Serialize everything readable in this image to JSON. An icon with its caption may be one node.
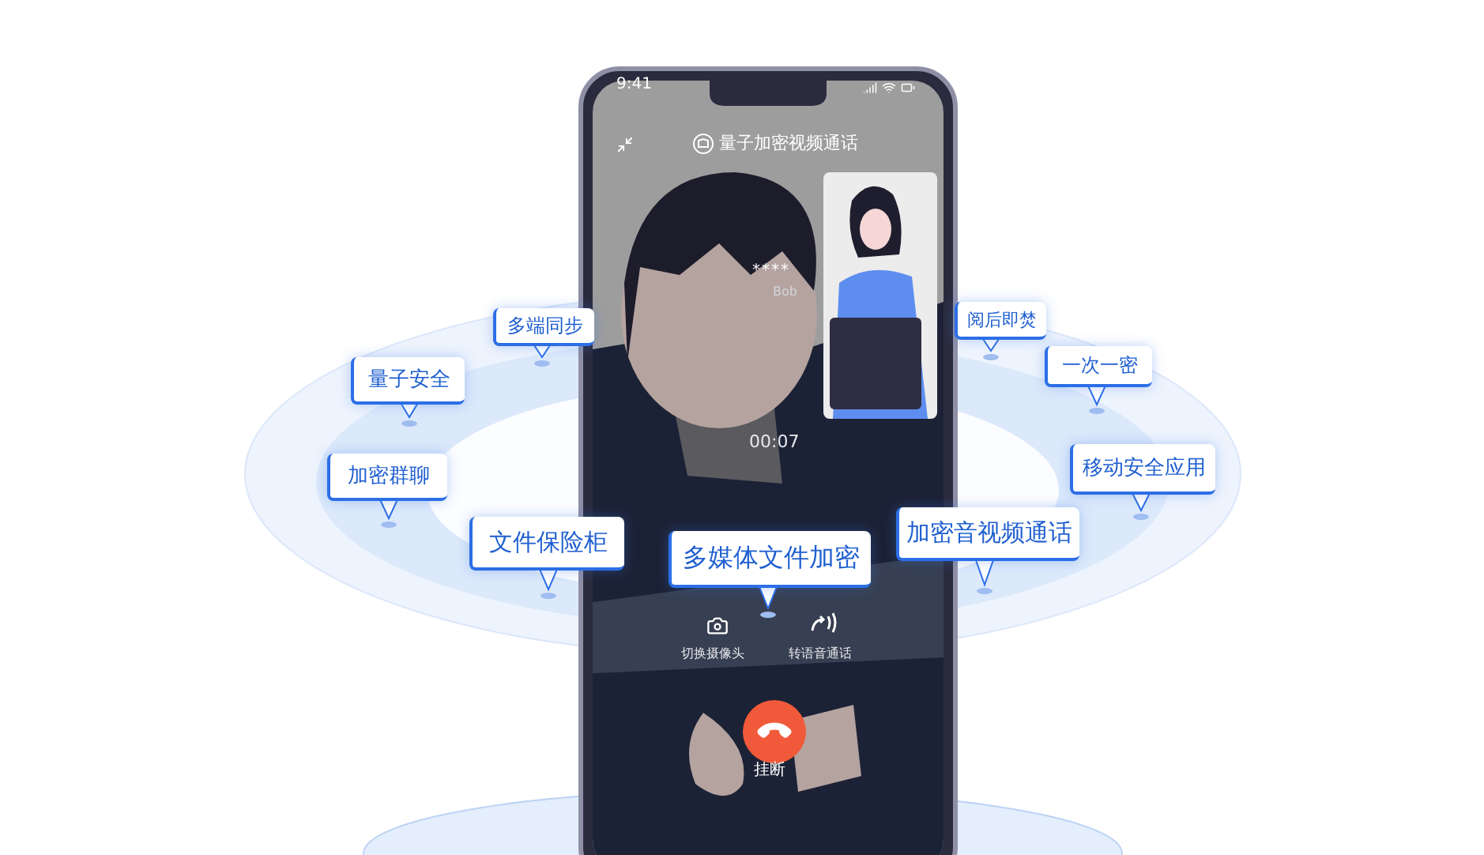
{
  "diagram": {
    "nodes": [
      {
        "text": [
          "多端同步"
        ]
      },
      {
        "text": [
          "量子安全"
        ]
      },
      {
        "text": [
          "加密群聊"
        ]
      },
      {
        "text": [
          "文件保险柜"
        ]
      },
      {
        "text": [
          "多媒体文件加密"
        ]
      },
      {
        "text": [
          "加密音视频通话"
        ]
      },
      {
        "text": [
          "移动安全应用"
        ]
      },
      {
        "text": [
          "一次一密"
        ]
      },
      {
        "text": [
          "阅后即焚"
        ]
      }
    ],
    "labels": [
      "9:41",
      "量子加密视频通话",
      "****",
      "Bob",
      "00:07",
      "切换摄像头",
      "转语音通话",
      "挂断"
    ]
  }
}
